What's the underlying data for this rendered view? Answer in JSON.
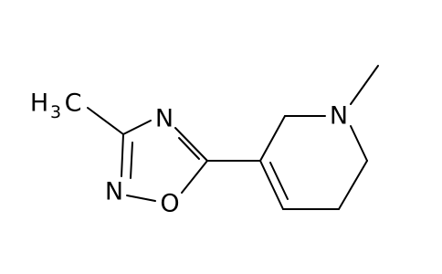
{
  "molecule": {
    "atoms": {
      "methyl_left": {
        "main": "H",
        "sub": "3",
        "tail": "C"
      },
      "oxadiazole_n_top": "N",
      "oxadiazole_n_left": "N",
      "oxadiazole_o": "O",
      "piperidine_n": "N",
      "n_methyl": ""
    }
  }
}
